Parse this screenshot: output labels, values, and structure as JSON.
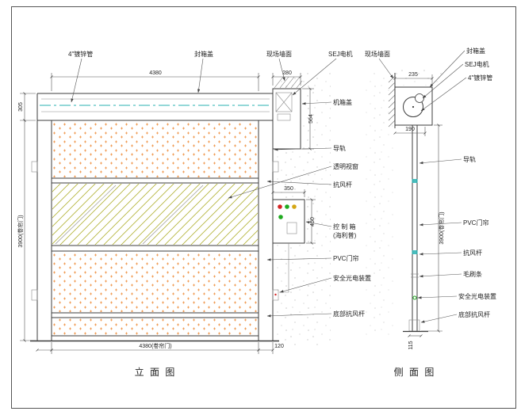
{
  "colors": {
    "line": "#3c3c3c",
    "dim_line": "#555555",
    "text": "#1f1f1f",
    "hatch_orange": "#ef8f3e",
    "window_olive": "#b2b235",
    "centerline_cyan": "#28b2b2",
    "speckle_gray": "#9b9b9b",
    "button_red": "#d42424",
    "button_green": "#1faa1f",
    "button_yellow": "#d4a614"
  },
  "front": {
    "title": "立 面 图",
    "labels": {
      "pipe": "4\"镀锌管",
      "box_cover": "封箱盖",
      "wall": "现场墙面",
      "motor": "SEJ电机",
      "machine_cover": "机箱盖",
      "rail": "导轨",
      "window": "透明视窗",
      "wind_bar": "抗风杆",
      "control_box_1": "控 制 箱",
      "control_box_2": "(海利普)",
      "curtain": "PVC门帘",
      "safety": "安全光电装置",
      "bottom_bar": "底部抗风杆"
    },
    "dims": {
      "top_width": "4380",
      "motor_width": "280",
      "header_height": "305",
      "door_height": "3900(卷帘门)",
      "motor_height": "564",
      "ctrl_width": "350",
      "ctrl_height": "450",
      "bottom_width": "4380(卷帘门)",
      "rail_width": "120"
    }
  },
  "side": {
    "title": "侧 面 图",
    "labels": {
      "wall": "现场墙面",
      "box_cover": "封箱盖",
      "motor": "SEJ电机",
      "pipe": "4\"镀锌管",
      "rail": "导轨",
      "curtain": "PVC门帘",
      "wind_bar": "抗风杆",
      "brush": "毛刷条",
      "safety": "安全光电装置",
      "bottom_bar": "底部抗风杆"
    },
    "dims": {
      "header_depth": "235",
      "rail_offset": "190",
      "door_height": "3900(卷帘门)",
      "rail_depth": "115"
    }
  }
}
